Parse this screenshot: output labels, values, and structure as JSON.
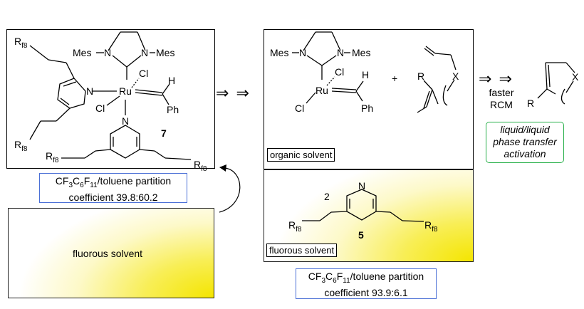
{
  "left_panel": {
    "catalyst_number": "7",
    "rf_label": "R",
    "rf_sub": "f8",
    "mes": "Mes",
    "cl": "Cl",
    "ru": "Ru",
    "n": "N",
    "h": "H",
    "ph": "Ph"
  },
  "left_caption": {
    "line1_pre": "CF",
    "s1": "3",
    "c": "C",
    "s2": "6",
    "f": "F",
    "s3": "11",
    "line1_post": "/toluene partition",
    "line2": "coefficient 39.8:60.2"
  },
  "left_fluorous_label": "fluorous solvent",
  "arrows": {
    "double_arrow": "⇒ ⇒",
    "plus": "+"
  },
  "middle_panel": {
    "organic_label": "organic solvent",
    "fluorous_label": "fluorous solvent",
    "count": "2",
    "compound_number": "5",
    "substrate_r": "R",
    "substrate_x": "X"
  },
  "middle_caption": {
    "line1_post": "/toluene partition",
    "line2": "coefficient 93.9:6.1"
  },
  "right": {
    "line1": "faster",
    "line2": "RCM",
    "product_r": "R",
    "product_x": "X",
    "note_line1": "liquid/liquid",
    "note_line2": "phase transfer",
    "note_line3": "activation"
  }
}
